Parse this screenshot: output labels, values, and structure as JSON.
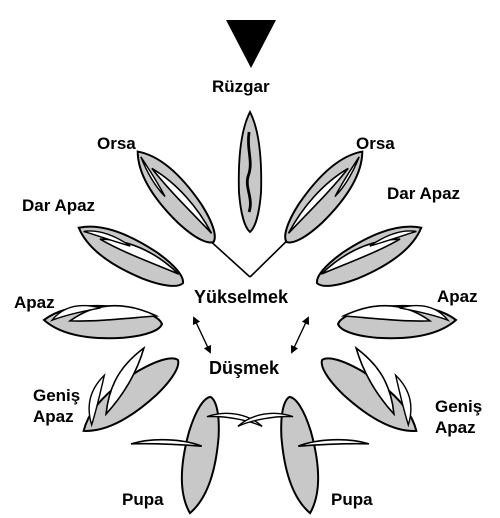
{
  "labels": {
    "wind": "Rüzgar",
    "close_hauled_left": "Orsa",
    "close_hauled_right": "Orsa",
    "close_reach_left": "Dar Apaz",
    "close_reach_right": "Dar Apaz",
    "beam_reach_left": "Apaz",
    "beam_reach_right": "Apaz",
    "broad_reach_left_line1": "Geniş",
    "broad_reach_left_line2": "Apaz",
    "broad_reach_right_line1": "Geniş",
    "broad_reach_right_line2": "Apaz",
    "running_left": "Pupa",
    "running_right": "Pupa",
    "heading_up": "Yükselmek",
    "bearing_away": "Düşmek"
  },
  "colors": {
    "hull_fill": "#c8c8c8",
    "stroke": "#000000",
    "sail_fill": "#ffffff",
    "background": "#ffffff"
  },
  "icons": {
    "wind_direction": "wind-arrow-icon",
    "head_to_wind_boat": "boat-in-irons-icon",
    "boat": "sailboat-hull-icon",
    "no_go_zone": "no-go-zone-lines",
    "course_change": "double-arrow-icon"
  }
}
